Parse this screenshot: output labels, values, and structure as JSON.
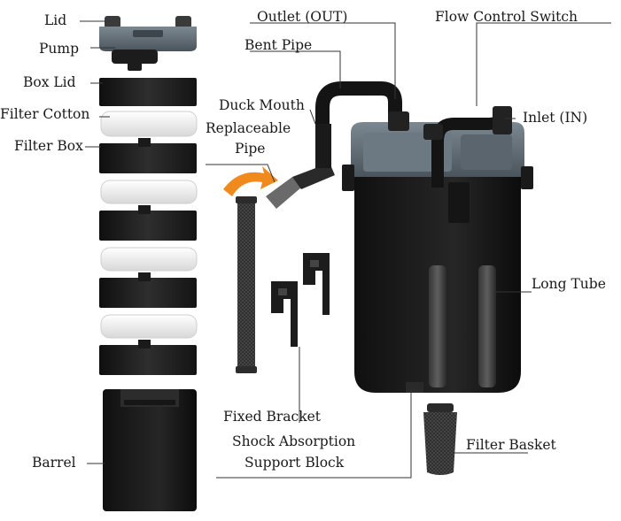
{
  "labels": {
    "lid": "Lid",
    "pump": "Pump",
    "box_lid": "Box Lid",
    "filter_cotton": "Filter Cotton",
    "filter_box": "Filter Box",
    "barrel": "Barrel",
    "outlet": "Outlet (OUT)",
    "bent_pipe": "Bent Pipe",
    "duck_mouth": "Duck Mouth",
    "replaceable_line1": "Replaceable",
    "replaceable_line2": "Pipe",
    "flow_control": "Flow Control Switch",
    "inlet": "Inlet (IN)",
    "long_tube": "Long Tube",
    "fixed_bracket": "Fixed Bracket",
    "shock_line1": "Shock Absorption",
    "shock_line2": "Support Block",
    "filter_basket": "Filter Basket"
  },
  "colors": {
    "housing": "#1e1e1e",
    "housing_light": "#3a3a3a",
    "lid_grey": "#5c6770",
    "cotton": "#f2f2f2",
    "arrow": "#f08a1c",
    "leader": "#333333"
  }
}
